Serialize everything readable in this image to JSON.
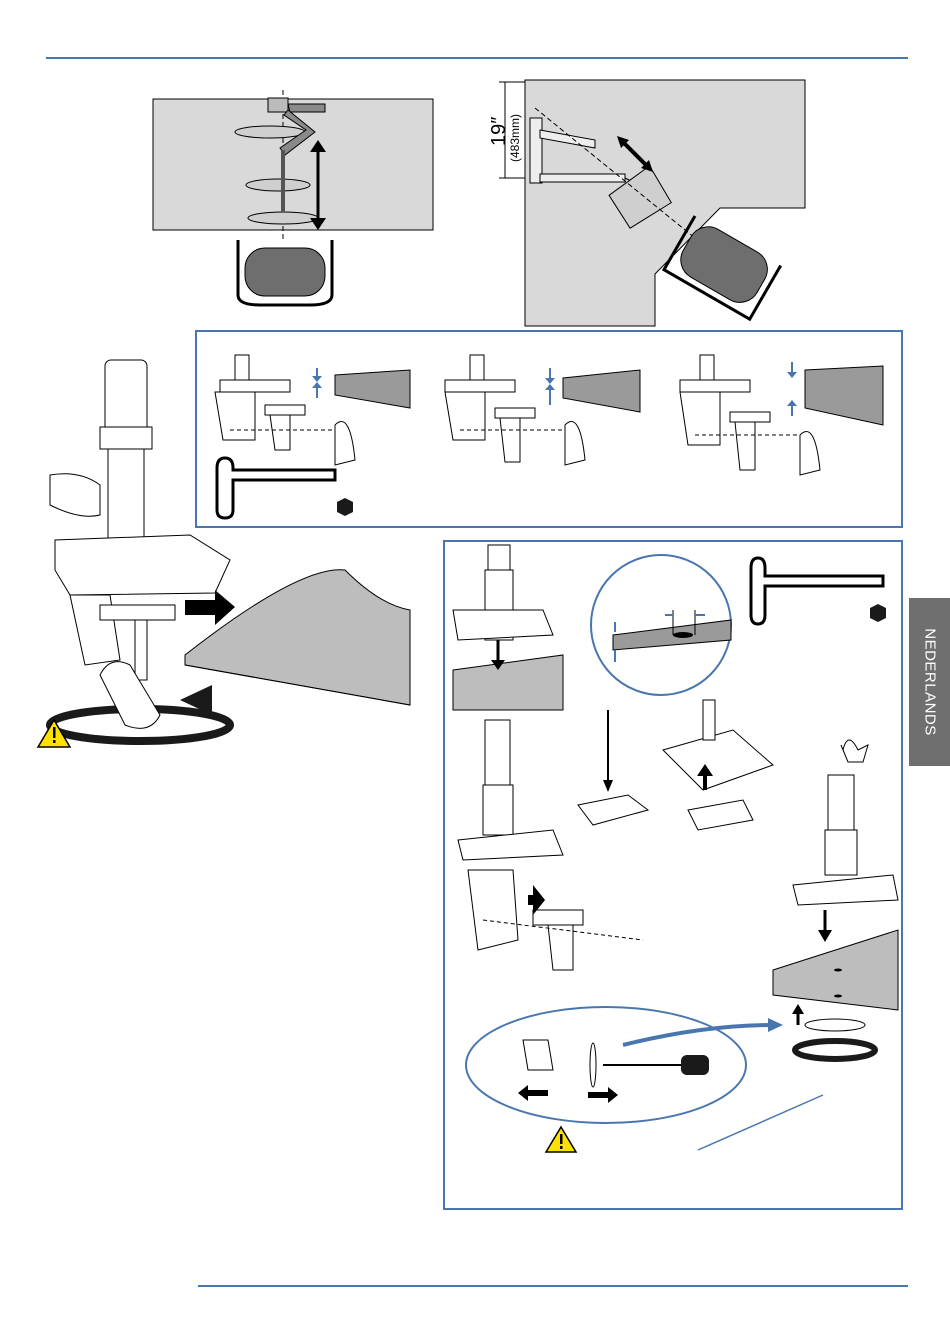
{
  "sidebar_tab": {
    "label": "NEDERLANDS"
  },
  "desk_reach": {
    "height_main": "19″",
    "height_sub": "(483mm)"
  },
  "colors": {
    "accent": "#4a76b0",
    "tab": "#6f6f6f",
    "desk": "#d9d9d9",
    "warning": "#ffe100"
  },
  "icons": [
    "hex-key-icon",
    "hex-nut-icon",
    "warning-icon",
    "arrow-icon",
    "rotate-arrow-icon"
  ]
}
